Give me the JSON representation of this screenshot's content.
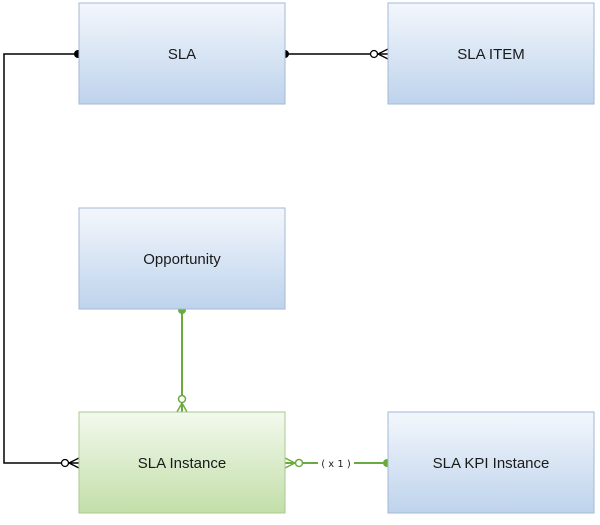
{
  "entities": {
    "sla": {
      "label": "SLA"
    },
    "sla_item": {
      "label": "SLA ITEM"
    },
    "opportunity": {
      "label": "Opportunity"
    },
    "sla_instance": {
      "label": "SLA Instance"
    },
    "sla_kpi_instance": {
      "label": "SLA KPI Instance"
    }
  },
  "relationships": {
    "instance_to_kpi": {
      "multiplicity": "( x 1 )"
    }
  },
  "colors": {
    "blue_box_top": "#f3f7fc",
    "blue_box_bottom": "#bed3ec",
    "green_box_top": "#f3f9ee",
    "green_box_bottom": "#c2dea8",
    "black_connector": "#000000",
    "green_connector": "#6aab3f"
  }
}
